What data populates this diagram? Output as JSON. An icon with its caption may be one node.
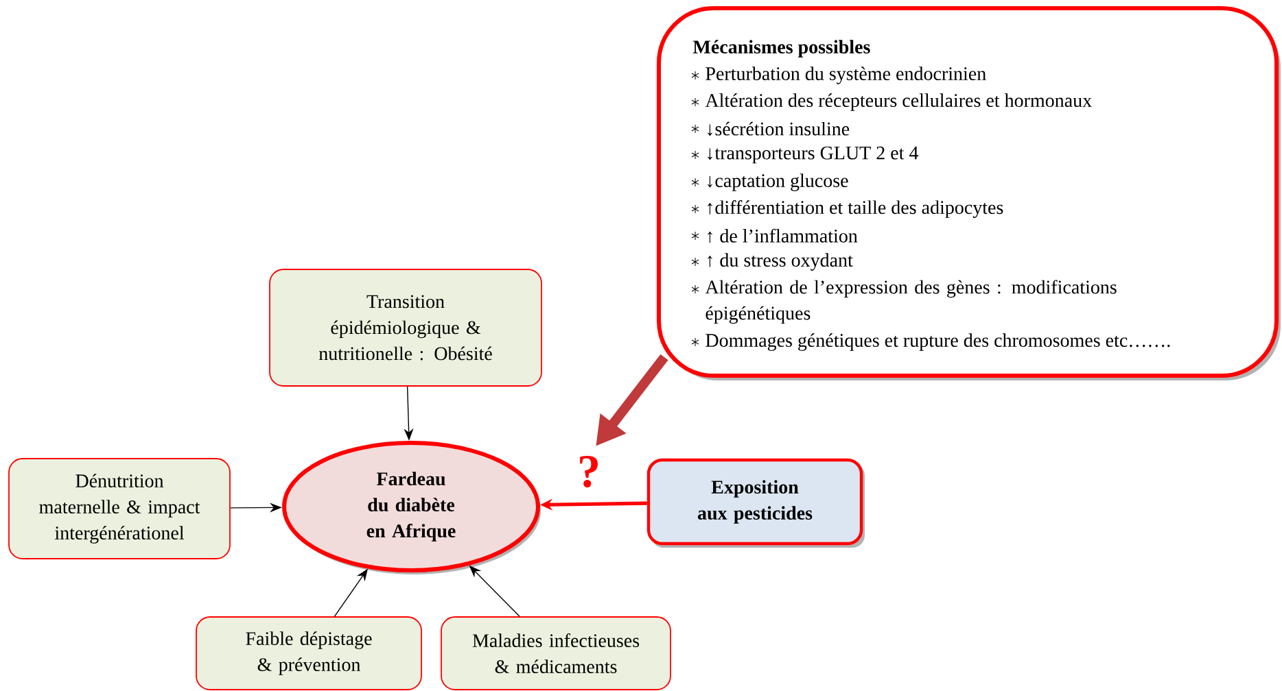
{
  "diagram": {
    "nodes": [
      {
        "text": [
          "Mécanismes possibles",
          "Perturbation du système endocrinien",
          "Altération des récepteurs cellulaires et hormonaux",
          "↓sécrétion insuline",
          "↓transporteurs GLUT 2 et 4",
          "↓captation glucose",
          "↑différentiation et taille des adipocytes",
          "↑ de l’inflammation",
          "↑ du stress oxydant",
          "Altération de l’expression des gènes : modifications épigénétiques",
          "Dommages génétiques et rupture des chromosomes etc……."
        ]
      },
      {
        "text": [
          "Transition épidémiologique & nutritionelle : Obésité"
        ]
      },
      {
        "text": [
          "Dénutrition maternelle & impact intergénérationel"
        ]
      },
      {
        "text": [
          "Fardeau du diabète en Afrique"
        ]
      },
      {
        "text": [
          "Exposition aux pesticides"
        ]
      },
      {
        "text": [
          "Faible dépistage & prévention"
        ]
      },
      {
        "text": [
          "Maladies infectieuses & médicaments"
        ]
      }
    ],
    "edges": [
      {
        "from": 1,
        "to": 3,
        "arrow": "to"
      },
      {
        "from": 2,
        "to": 3,
        "arrow": "to"
      },
      {
        "from": 4,
        "to": 3,
        "arrow": "to",
        "style": "thick",
        "color": "#ff0000"
      },
      {
        "from": 5,
        "to": 3,
        "arrow": "to"
      },
      {
        "from": 6,
        "to": 3,
        "arrow": "to"
      },
      {
        "from": 0,
        "to": null,
        "arrow": "to",
        "style": "thick",
        "color": "#c0393b"
      }
    ],
    "labels": [
      "?"
    ]
  }
}
